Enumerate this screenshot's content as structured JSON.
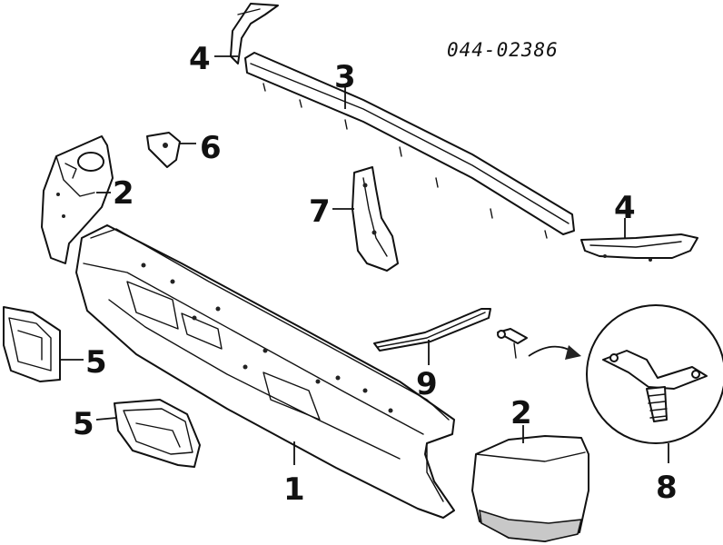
{
  "diagram": {
    "catalog_number": "044-02386",
    "callouts": {
      "c1": "1",
      "c2_left": "2",
      "c2_right": "2",
      "c3": "3",
      "c4_top": "4",
      "c4_right": "4",
      "c5_upper": "5",
      "c5_lower": "5",
      "c6": "6",
      "c7": "7",
      "c8": "8",
      "c9": "9"
    }
  }
}
